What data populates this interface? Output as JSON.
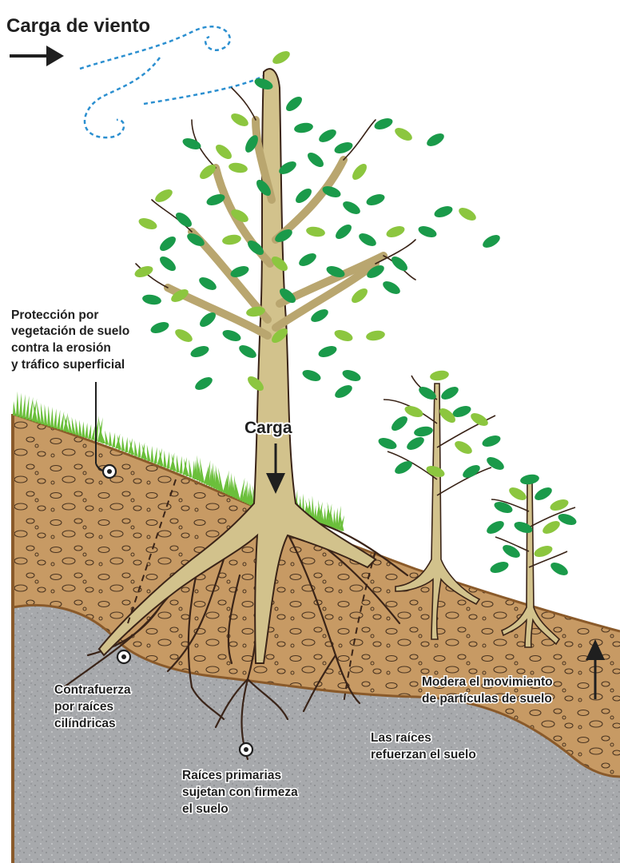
{
  "colors": {
    "soil": "#c79a64",
    "soil_edge": "#8a5a2a",
    "rock": "#a7a9ac",
    "trunk": "#d2c28c",
    "trunk_shade": "#b9a66f",
    "root_dark": "#3a2418",
    "leaf_dark": "#1a9a4a",
    "leaf_light": "#8cc63f",
    "grass": "#6bbf3b",
    "wind": "#2b8fd0",
    "text": "#1f1f1f"
  },
  "labels": {
    "wind_load": "Carga de viento",
    "load": "Carga",
    "vegetation_protection": [
      "Protección por",
      "vegetación de suelo",
      "contra la erosión",
      "y tráfico superficial"
    ],
    "counterforce": [
      "Contrafuerza",
      "por raíces",
      "cilíndricas"
    ],
    "primary_roots": [
      "Raíces primarias",
      "sujetan con firmeza",
      "el suelo"
    ],
    "roots_reinforce": [
      "Las raíces",
      "refuerzan el suelo"
    ],
    "moderates_movement": [
      "Modera el movimiento",
      "de partículas de suelo"
    ]
  }
}
